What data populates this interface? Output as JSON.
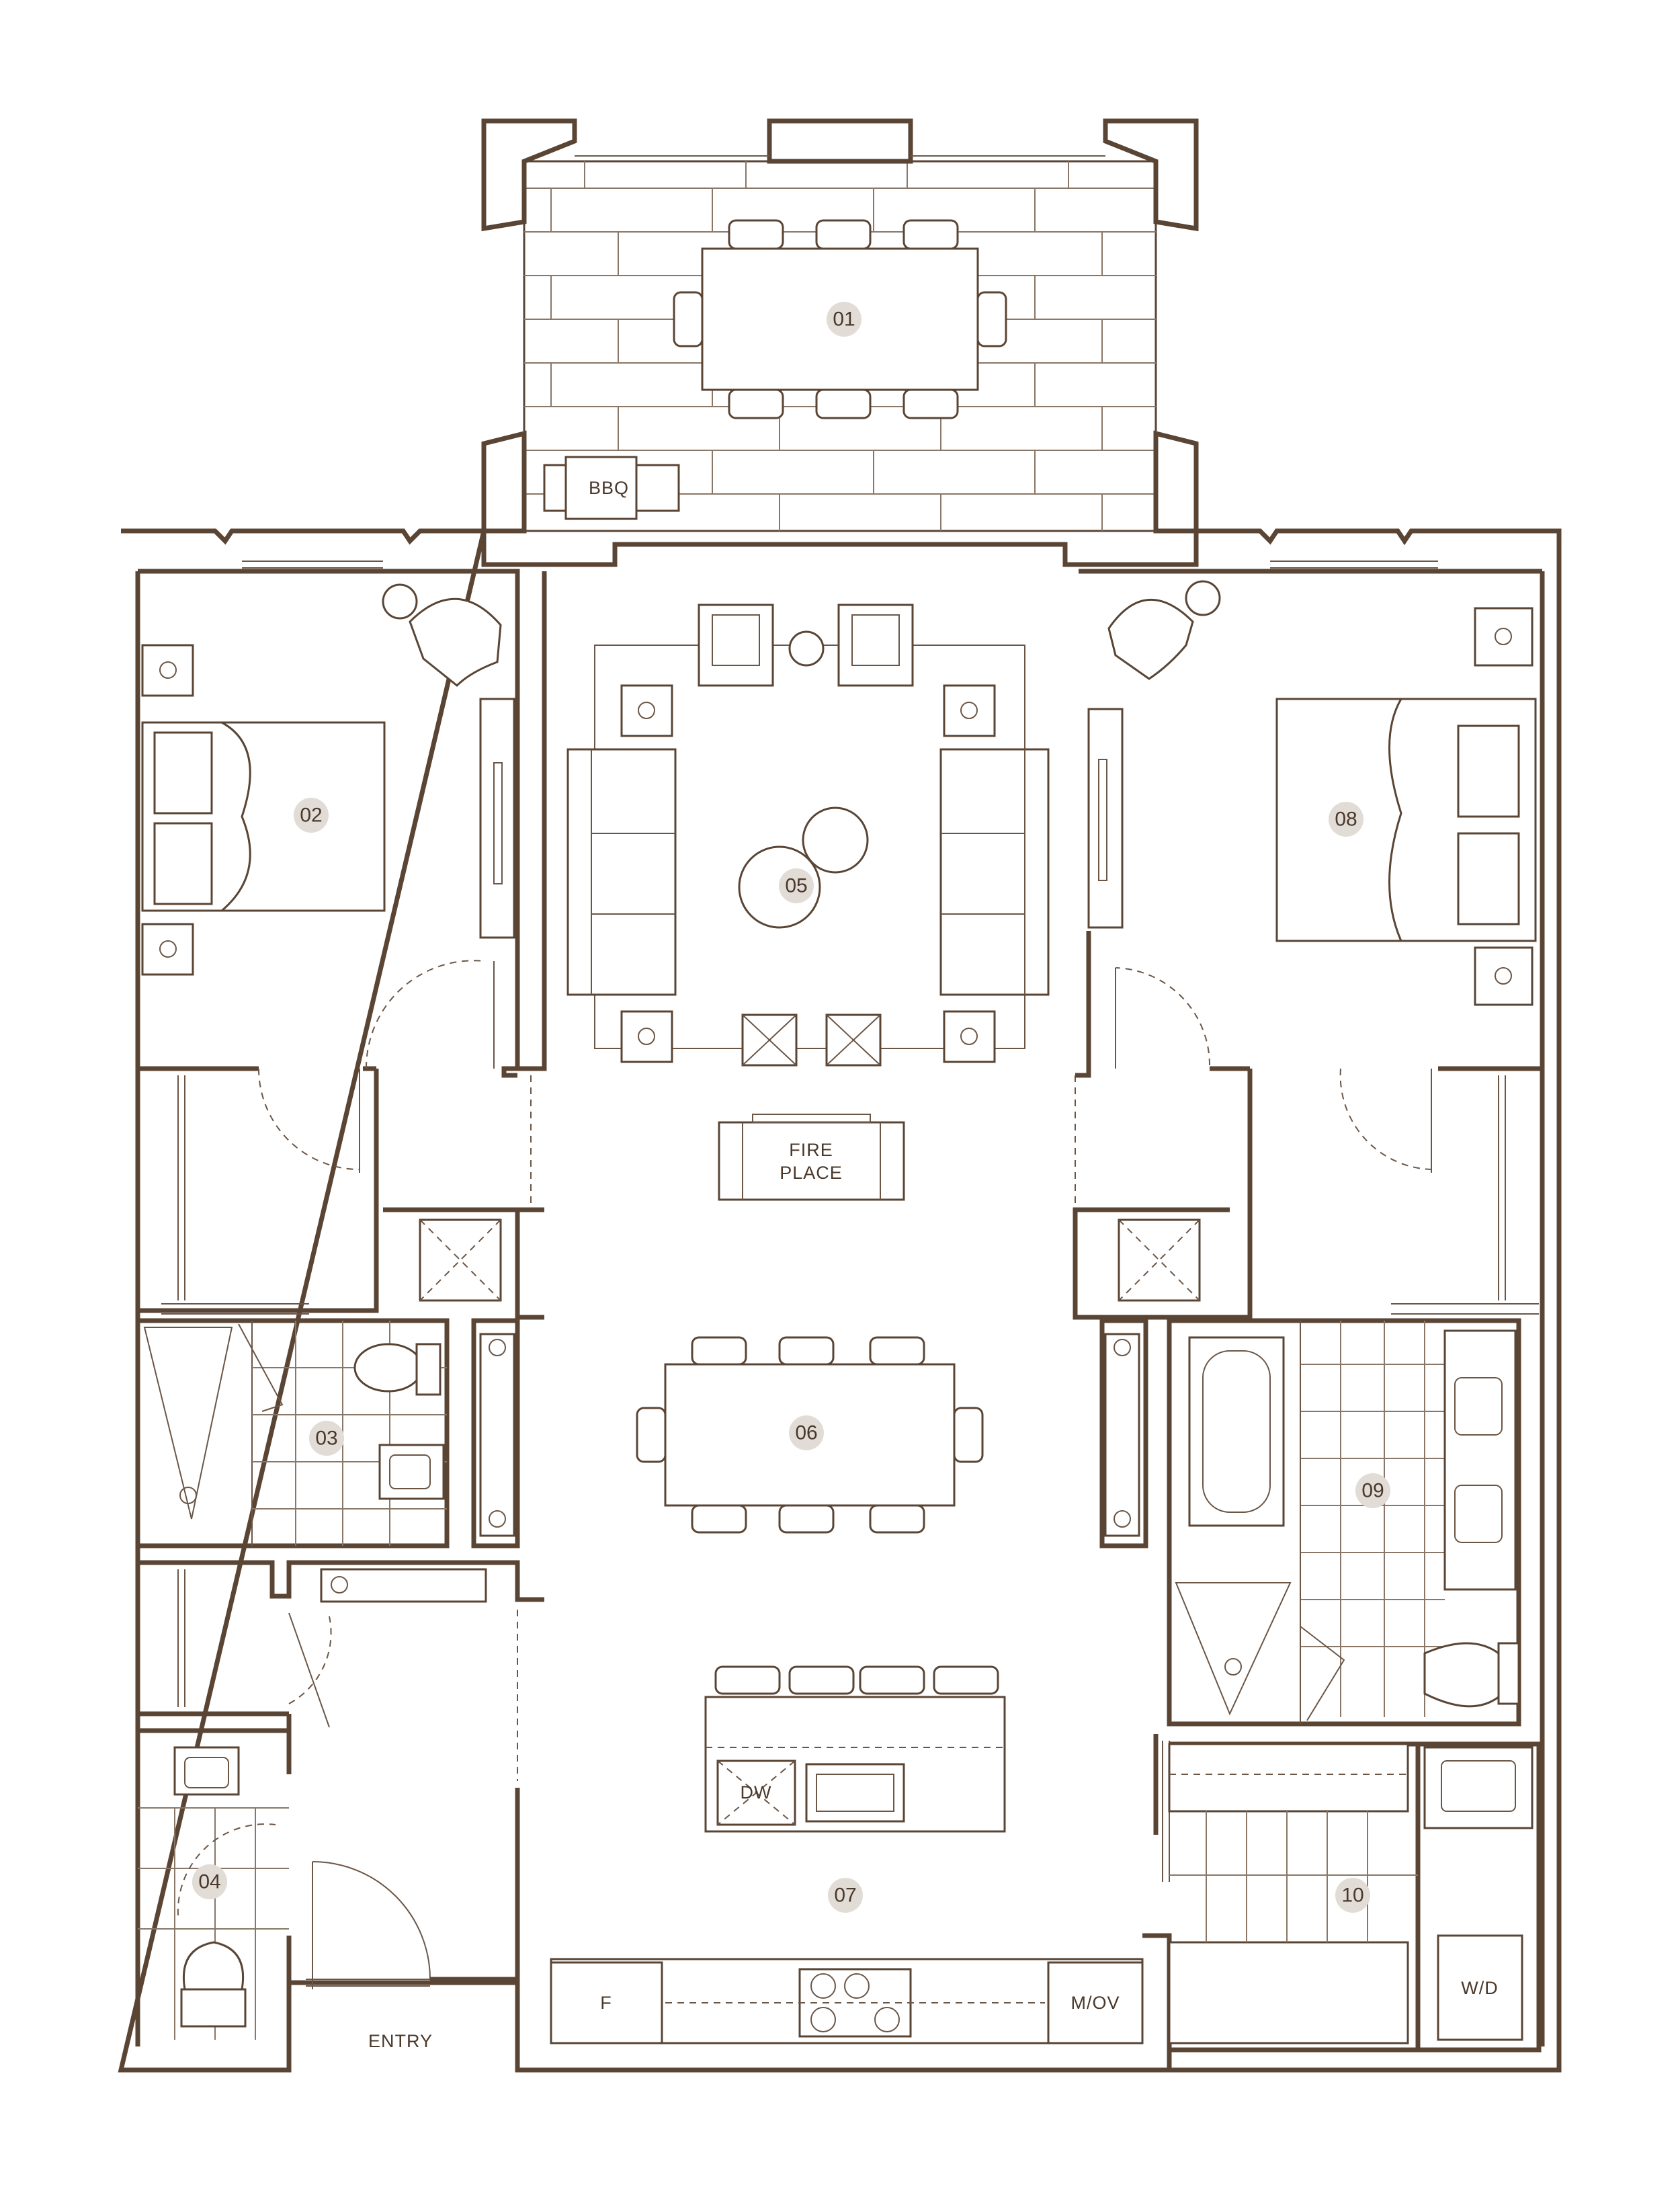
{
  "rooms": [
    {
      "id": "01"
    },
    {
      "id": "02"
    },
    {
      "id": "03"
    },
    {
      "id": "04"
    },
    {
      "id": "05"
    },
    {
      "id": "06"
    },
    {
      "id": "07"
    },
    {
      "id": "08"
    },
    {
      "id": "09"
    },
    {
      "id": "10"
    }
  ],
  "fixtures": {
    "bbq": "BBQ",
    "fireplace_line1": "FIRE",
    "fireplace_line2": "PLACE",
    "dishwasher": "DW",
    "fridge": "F",
    "microwave_oven": "M/OV",
    "washer_dryer": "W/D"
  },
  "entry_label": "ENTRY",
  "colors": {
    "line": "#5a4535",
    "badge": "#e2dcd6",
    "text": "#4a382b"
  }
}
